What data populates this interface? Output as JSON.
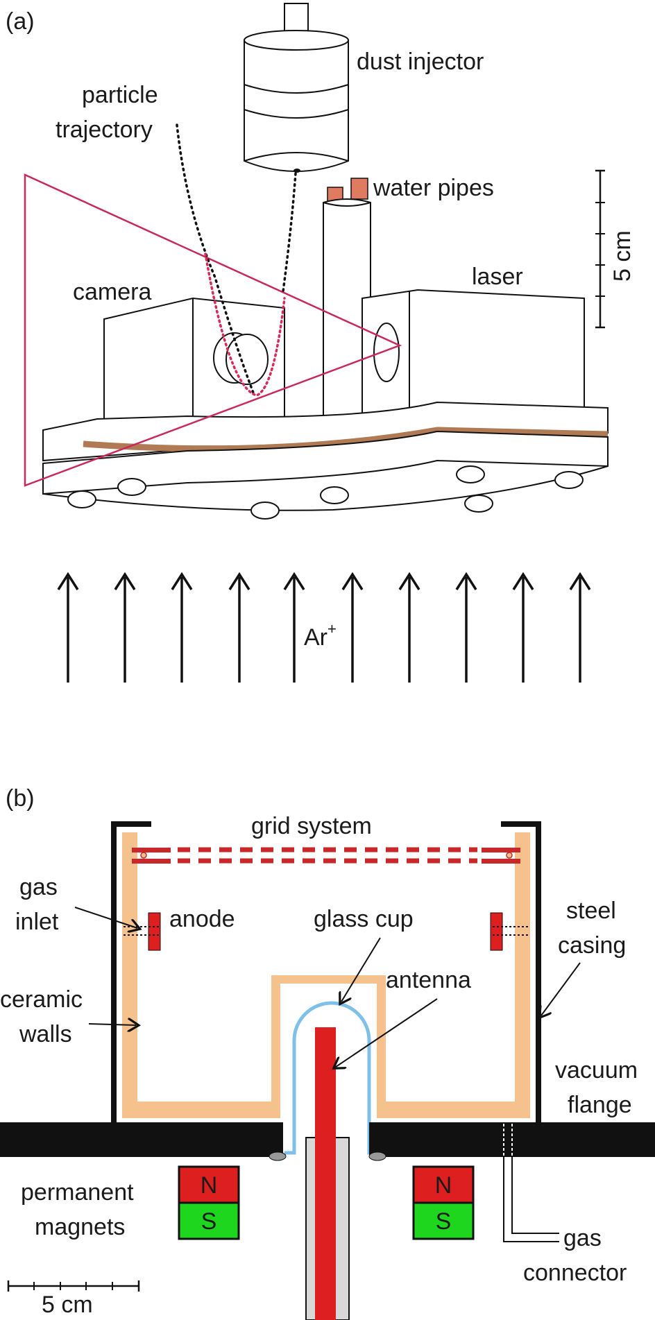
{
  "panel_a": {
    "label": "(a)",
    "dust_injector": "dust injector",
    "particle_trajectory_line1": "particle",
    "particle_trajectory_line2": "trajectory",
    "water_pipes": "water pipes",
    "camera": "camera",
    "laser": "laser",
    "scale": "5 cm",
    "ion": "Ar",
    "ion_sup": "+"
  },
  "panel_b": {
    "label": "(b)",
    "grid_system": "grid system",
    "gas_inlet_line1": "gas",
    "gas_inlet_line2": "inlet",
    "anode": "anode",
    "glass_cup": "glass cup",
    "steel_casing_line1": "steel",
    "steel_casing_line2": "casing",
    "antenna": "antenna",
    "ceramic_walls_line1": "ceramic",
    "ceramic_walls_line2": "walls",
    "vacuum_flange_line1": "vacuum",
    "vacuum_flange_line2": "flange",
    "permanent_magnets_line1": "permanent",
    "permanent_magnets_line2": "magnets",
    "magnet_north": "N",
    "magnet_south": "S",
    "gas_connector_line1": "gas",
    "gas_connector_line2": "connector",
    "scale": "5 cm"
  },
  "colors": {
    "laser_sheet": "#c8285a",
    "trajectory_dark": "#111111",
    "trajectory_red": "#d62a5a",
    "water_pipe": "#e07a60",
    "copper_layer": "#b07a55",
    "ceramic": "#f5c28e",
    "glass": "#7ec0e8",
    "antenna": "#dd1f1f",
    "north": "#dd1f1f",
    "south": "#1fd61f",
    "anode": "#dd1f1f",
    "grid": "#c8282a"
  }
}
